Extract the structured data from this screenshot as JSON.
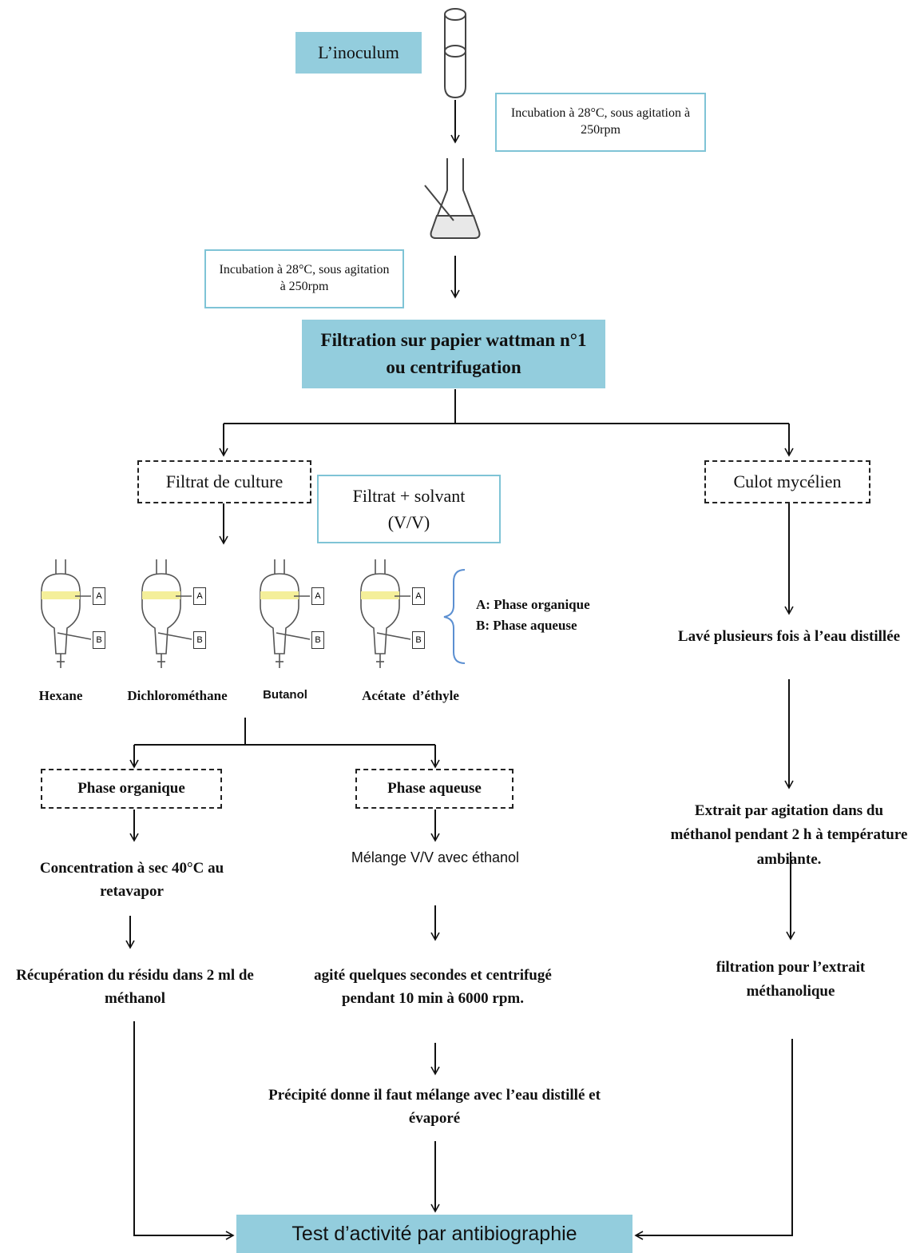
{
  "inoculum": "L’inoculum",
  "incubation_1": "Incubation à 28°C, sous agitation à 250rpm",
  "incubation_2": "Incubation à 28°C, sous agitation à 250rpm",
  "filtration": "Filtration sur papier wattman n°1 ou centrifugation",
  "filtrat_culture": "Filtrat de culture",
  "filtrat_solvant": "Filtrat + solvant (V/V)",
  "culot": "Culot mycélien",
  "phase_legend": {
    "a": "A: Phase organique",
    "b": "B: Phase aqueuse"
  },
  "funnel_labels": {
    "a": "A",
    "b": "B"
  },
  "solvents": [
    "Hexane",
    "Dichlorométhane",
    "Butanol",
    "Acétate  d’éthyle"
  ],
  "phase_organique": "Phase organique",
  "phase_aqueuse": "Phase aqueuse",
  "org_step1": "Concentration à sec 40°C au retavapor",
  "org_step2": "Récupération du résidu dans 2 ml de méthanol",
  "aq_step1": "Mélange V/V avec éthanol",
  "aq_step2": "agité quelques secondes et centrifugé pendant 10 min à 6000 rpm.",
  "aq_step3": "Précipité donne il faut  mélange avec l’eau distillé et évaporé",
  "my_step1": "Lavé plusieurs fois à l’eau distillée",
  "my_step2": "Extrait par agitation dans du méthanol pendant 2 h à température ambiante.",
  "my_step3": "filtration pour l’extrait méthanolique",
  "final": "Test d’activité par antibiographie",
  "colors": {
    "fill": "#93cddd",
    "outline": "#7fc4d6",
    "legend_brace": "#5b8fd1",
    "organic_layer": "#f4ef9a"
  }
}
